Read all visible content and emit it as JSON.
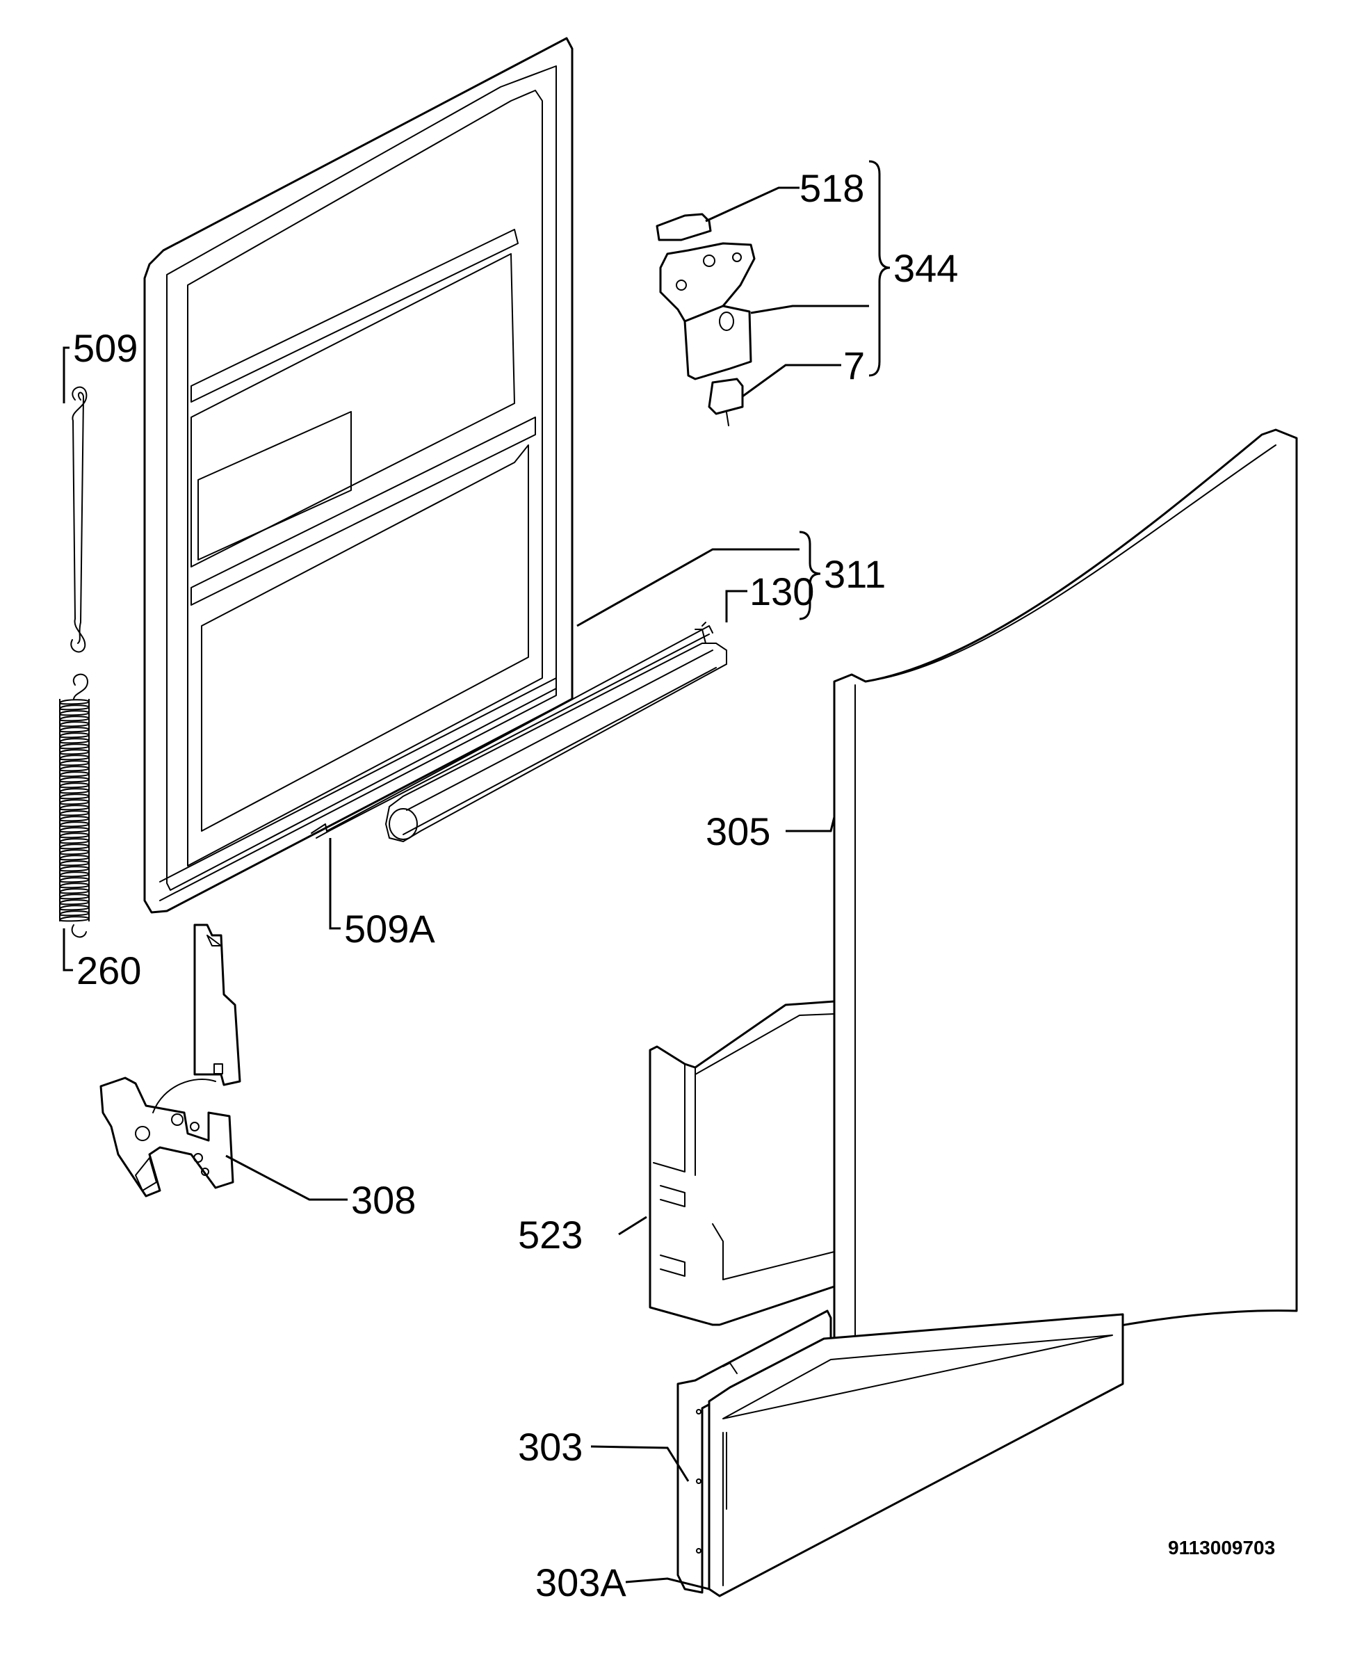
{
  "labels": {
    "p518": "518",
    "p344": "344",
    "p509": "509",
    "p7": "7",
    "p311": "311",
    "p130": "130",
    "p305": "305",
    "p509a": "509A",
    "p260": "260",
    "p308": "308",
    "p523": "523",
    "p303": "303",
    "p303a": "303A"
  },
  "drawing_number": "9113009703"
}
